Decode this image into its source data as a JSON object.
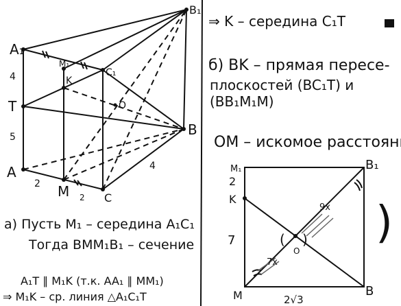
{
  "left": {
    "vertices": {
      "A1": "A₁",
      "T": "T",
      "A": "A",
      "M1": "M₁",
      "K": "K",
      "C1": "C₁",
      "O": "O",
      "M": "M",
      "C": "C",
      "B": "B",
      "B1": "B₁"
    },
    "edge_labels": {
      "top": "4",
      "middle": "5",
      "bm": "4",
      "am": "2",
      "mc": "2"
    },
    "lines": [
      "а) Пусть M₁ – середина A₁C₁",
      "Тогда BMM₁B₁ – сечение",
      "A₁T ∥ M₁K   (т.к. AA₁ ∥ MM₁)",
      "⇒ M₁K – ср. линия △A₁C₁T"
    ]
  },
  "right": {
    "lines": [
      "⇒ K – середина C₁T",
      "б) BK – прямая пересе-",
      "плоскостей (BC₁T) и",
      "(BB₁M₁M)",
      "OM – искомое расстояние"
    ],
    "square": {
      "M1": "M₁",
      "B1": "B₁",
      "K": "K",
      "O": "O",
      "M": "M",
      "B": "B",
      "side_top": "2",
      "side_left": "7",
      "bottom": "2√3",
      "seg_9x": "9x",
      "seg_7x": "7x",
      "paren_left": "(",
      "paren_right": ")",
      "brace": ")"
    }
  }
}
